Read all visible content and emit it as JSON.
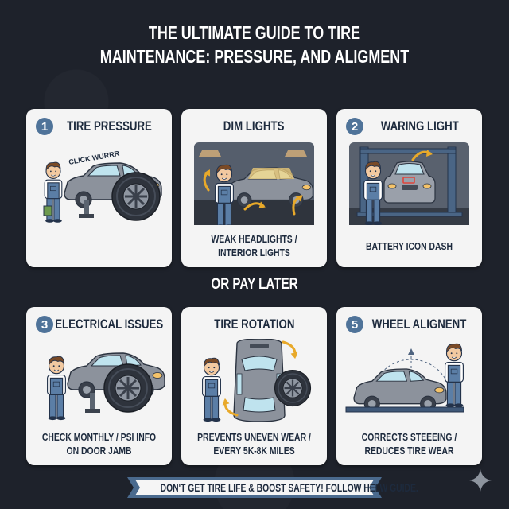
{
  "header": {
    "title_line1": "THE ULTIMATE GUIDE TO TIRE",
    "title_line2": "MAINTENANCE: PRESSURE, AND ALIGMENT"
  },
  "divider_label": "OR PAY LATER",
  "cards": [
    {
      "number": "1",
      "title": "TIRE PRESSURE",
      "illustration": "mechanic-with-car-and-tire",
      "speech": "CLICK WURRR",
      "caption_line1": "",
      "caption_line2": ""
    },
    {
      "number": "",
      "title": "DIM LIGHTS",
      "illustration": "mechanic-in-dark-garage-with-headlights",
      "caption_line1": "WEAK HEADLIGHTS /",
      "caption_line2": "INTERIOR LIGHTS"
    },
    {
      "number": "2",
      "title": "WARING LIGHT",
      "illustration": "car-on-lift-with-battery-icon",
      "caption_line1": "BATTERY ICON DASH",
      "caption_line2": ""
    },
    {
      "number": "3",
      "title": "ELECTRICAL ISSUES",
      "illustration": "mechanic-with-car-and-tire-gauge",
      "caption_line1": "CHECK MONTHLY / PSI INFO",
      "caption_line2": "ON DOOR JAMB"
    },
    {
      "number": "",
      "title": "TIRE ROTATION",
      "illustration": "top-view-car-with-rotation-arrows",
      "caption_line1": "PREVENTS UNEVEN WEAR /",
      "caption_line2": "EVERY 5K-8K MILES"
    },
    {
      "number": "5",
      "title": "WHEEL ALIGNENT",
      "illustration": "car-with-alignment-arcs",
      "caption_line1": "CORRECTS STEEEING /",
      "caption_line2": "REDUCES TIRE WEAR"
    }
  ],
  "footer_banner": "DON'T GET TIRE LIFE & BOOST SAFETY! FOLLOW HELW GUIDE.",
  "colors": {
    "background": "#1e222b",
    "card": "#f4f4f4",
    "badge": "#4f7399",
    "text_dark": "#1d2a3d",
    "accent_arrow": "#e8a92a",
    "banner_border": "#4a6a8e"
  }
}
